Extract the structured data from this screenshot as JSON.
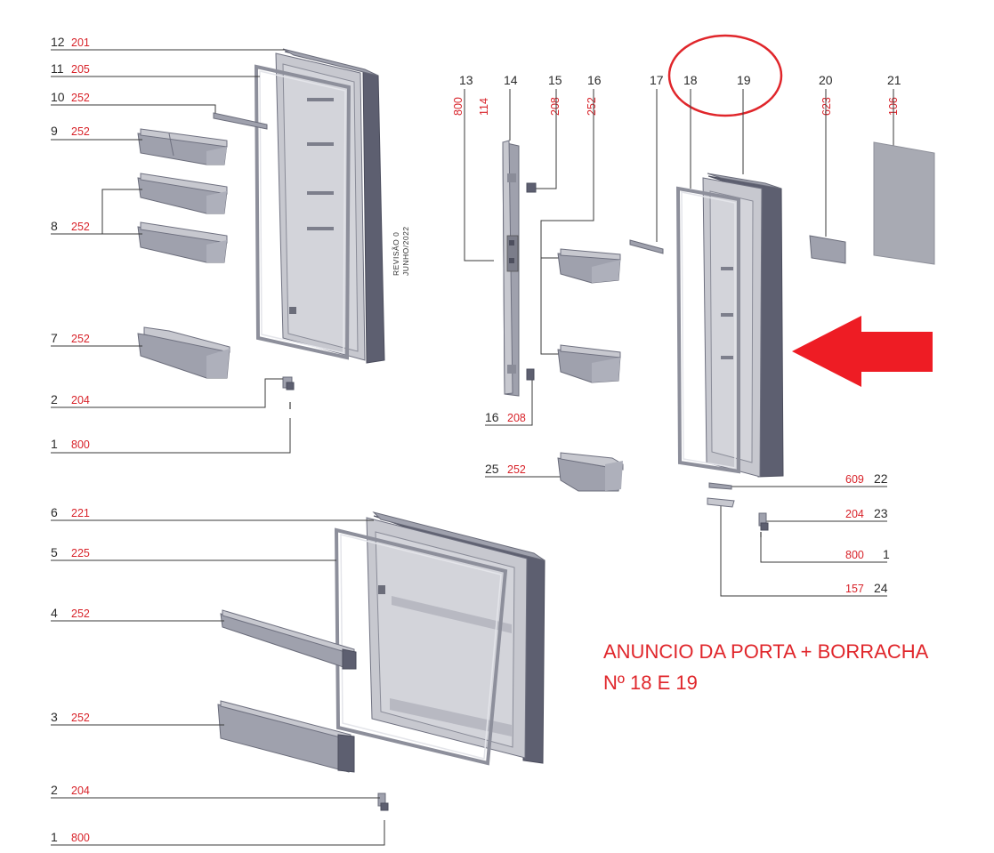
{
  "labels": {
    "l12": {
      "num": "12",
      "code": "201"
    },
    "l11": {
      "num": "11",
      "code": "205"
    },
    "l10": {
      "num": "10",
      "code": "252"
    },
    "l9": {
      "num": "9",
      "code": "252"
    },
    "l8": {
      "num": "8",
      "code": "252"
    },
    "l7": {
      "num": "7",
      "code": "252"
    },
    "l2a": {
      "num": "2",
      "code": "204"
    },
    "l1a": {
      "num": "1",
      "code": "800"
    },
    "l6": {
      "num": "6",
      "code": "221"
    },
    "l5": {
      "num": "5",
      "code": "225"
    },
    "l4": {
      "num": "4",
      "code": "252"
    },
    "l3": {
      "num": "3",
      "code": "252"
    },
    "l2b": {
      "num": "2",
      "code": "204"
    },
    "l1b": {
      "num": "1",
      "code": "800"
    },
    "l13": {
      "num": "13",
      "code": "800"
    },
    "l13b": {
      "code": "114"
    },
    "l14": {
      "num": "14"
    },
    "l15": {
      "num": "15",
      "code": "208"
    },
    "l16top": {
      "num": "16",
      "code": "252"
    },
    "l17": {
      "num": "17"
    },
    "l18": {
      "num": "18"
    },
    "l19": {
      "num": "19"
    },
    "l20": {
      "num": "20",
      "code": "623"
    },
    "l21": {
      "num": "21",
      "code": "106"
    },
    "l16bot": {
      "num": "16",
      "code": "208"
    },
    "l25": {
      "num": "25",
      "code": "252"
    },
    "l22": {
      "num": "22",
      "code": "609"
    },
    "l23": {
      "num": "23",
      "code": "204"
    },
    "l1c": {
      "num": "1",
      "code": "800"
    },
    "l24": {
      "num": "24",
      "code": "157"
    }
  },
  "revision": {
    "line1": "REVISÃO 0",
    "line2": "JUNHO/2022"
  },
  "note": {
    "line1": "ANUNCIO DA PORTA + BORRACHA",
    "line2": "Nº 18 E 19"
  },
  "colors": {
    "accent_red": "#e0262b",
    "code_red": "#d8232a",
    "part_gray": "#5d5f70"
  }
}
